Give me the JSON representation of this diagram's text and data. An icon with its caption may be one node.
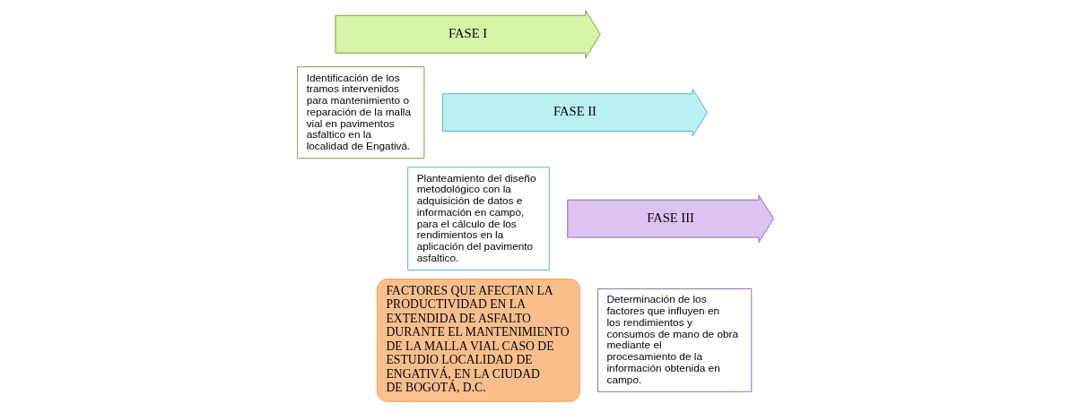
{
  "diagram": {
    "nodes": [
      {
        "text": [
          "FASE I"
        ]
      },
      {
        "text": [
          "Identificación de los tramos intervenidos para mantenimiento o reparación de la malla vial en pavimentos asfaltico en la localidad de Engativá."
        ]
      },
      {
        "text": [
          "FASE II"
        ]
      },
      {
        "text": [
          "Planteamiento del diseño metodológico con la adquisición de datos e información en campo, para el cálculo de los rendimientos en la aplicación del pavimento asfaltico."
        ]
      },
      {
        "text": [
          "FASE III"
        ]
      },
      {
        "text": [
          "Determinación de los factores que influyen en los rendimientos y consumos de mano de obra mediante el procesamiento de la información obtenida en campo."
        ]
      },
      {
        "text": [
          "FACTORES QUE AFECTAN LA PRODUCTIVIDAD EN LA EXTENDIDA DE ASFALTO DURANTE EL MANTENIMIENTO DE LA MALLA VIAL CASO DE ESTUDIO LOCALIDAD DE ENGATIVÁ, EN LA CIUDAD DE BOGOTÁ, D.C."
        ]
      }
    ]
  }
}
